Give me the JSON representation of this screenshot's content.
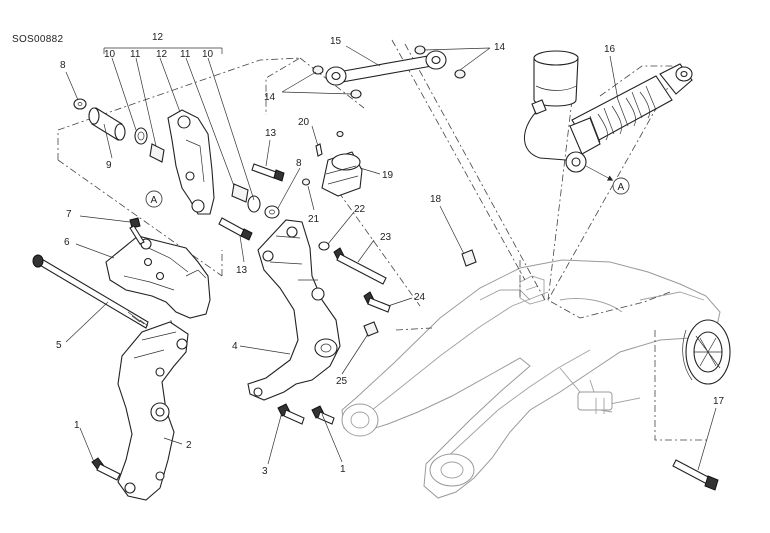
{
  "diagram": {
    "code": "SOS00882",
    "reference_mark": "A",
    "callouts": {
      "c1a": "1",
      "c1b": "1",
      "c2": "2",
      "c3": "3",
      "c4": "4",
      "c5": "5",
      "c6": "6",
      "c7": "7",
      "c8a": "8",
      "c8b": "8",
      "c9": "9",
      "c10a": "10",
      "c10b": "10",
      "c11a": "11",
      "c11b": "11",
      "c12": "12",
      "c13a": "13",
      "c13b": "13",
      "c14a": "14",
      "c14b": "14",
      "c15": "15",
      "c16": "16",
      "c17": "17",
      "c18": "18",
      "c19": "19",
      "c20": "20",
      "c21": "21",
      "c22": "22",
      "c23": "23",
      "c24": "24",
      "c25": "25"
    }
  }
}
